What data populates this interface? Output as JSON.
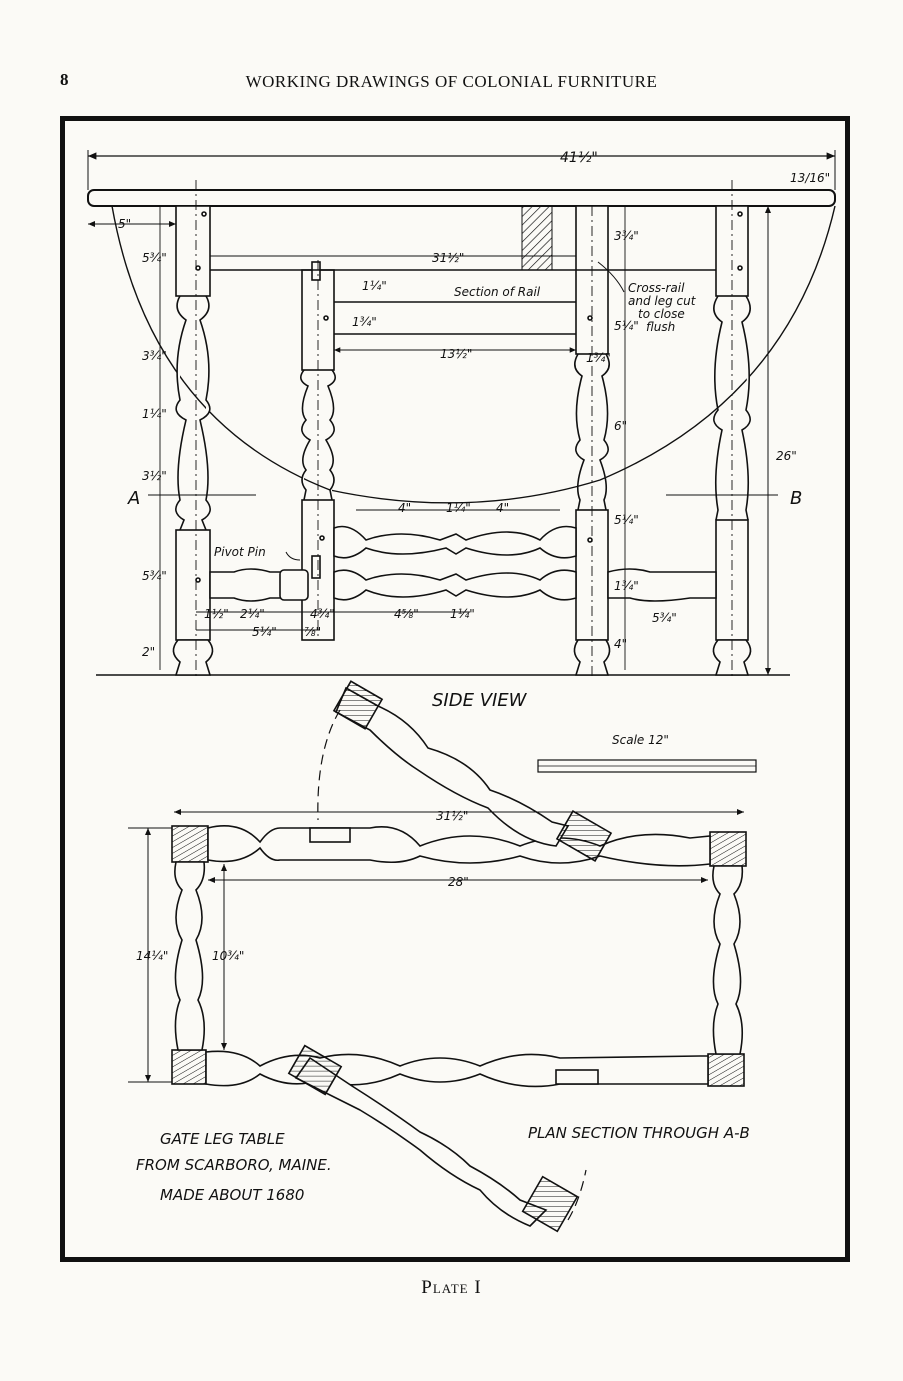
{
  "header": {
    "page_number": "8",
    "running_title": "WORKING DRAWINGS OF COLONIAL FURNITURE"
  },
  "plate": {
    "caption": "Plate I"
  },
  "drawing": {
    "side_view_label": "SIDE VIEW",
    "plan_label": "PLAN SECTION THROUGH A-B",
    "scale_label": "Scale 12\"",
    "section_label": "Section of Rail",
    "crossrail_note": [
      "Cross-rail",
      "and leg cut",
      "to close",
      "flush"
    ],
    "pivot_label": "Pivot Pin",
    "section_mark_a": "A",
    "section_mark_b": "B",
    "title_lines": [
      "GATE LEG TABLE",
      "FROM SCARBORO, MAINE.",
      "MADE ABOUT 1680"
    ],
    "dimensions": {
      "overall_top": "41½\"",
      "top_thickness": "13/16\"",
      "overhang": "5\"",
      "rail_span": "31½\"",
      "gate_span": "13½\"",
      "plan_length": "31½\"",
      "plan_inner": "28\"",
      "plan_width": "14¼\"",
      "plan_inner_width": "10¾\"",
      "height": "26\"",
      "stretcher_segments": [
        "4\"",
        "1¼\"",
        "4\""
      ],
      "lower_segments": [
        "1½\"",
        "2¼\"",
        "4¾\"",
        "4⅝\"",
        "1¼\""
      ],
      "lower_sub": [
        "5¼\"",
        "⅞\""
      ],
      "leg_left": [
        "5¾\"",
        "3¾\"",
        "1¼\"",
        "3½\"",
        "5¾\"",
        "2\""
      ],
      "leg_right": [
        "3¾\"",
        "5¼\"",
        "1¾\"",
        "6\"",
        "5¼\"",
        "1¾\"",
        "4\""
      ],
      "gate_rail": [
        "1¾\"",
        "1¼\""
      ],
      "right_stub": "5¾\""
    }
  }
}
